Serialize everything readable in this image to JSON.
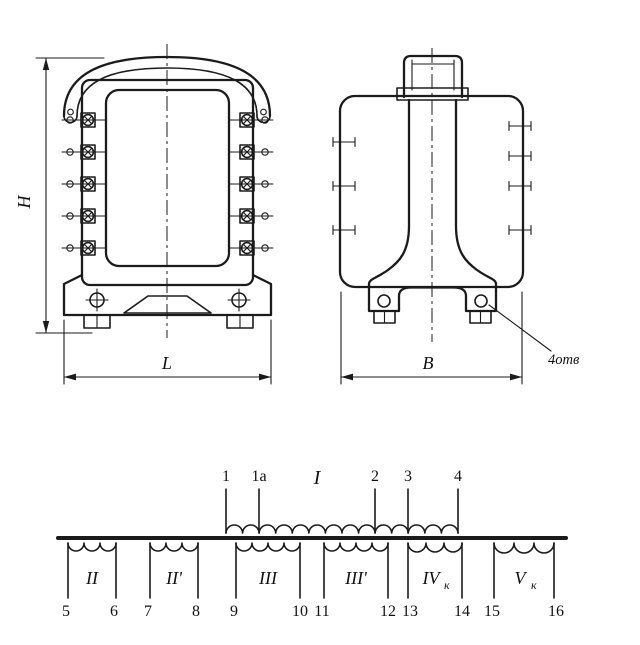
{
  "front_view": {
    "height_label": "H",
    "width_label": "L"
  },
  "side_view": {
    "width_label": "B",
    "holes_label": "4отв"
  },
  "schematic": {
    "primary": {
      "label": "I",
      "terminals": [
        "1",
        "1а",
        "2",
        "3",
        "4"
      ]
    },
    "windings": [
      {
        "label": "II",
        "sub": "",
        "t1": "5",
        "t2": "6"
      },
      {
        "label": "II'",
        "sub": "",
        "t1": "7",
        "t2": "8"
      },
      {
        "label": "III",
        "sub": "",
        "t1": "9",
        "t2": "10"
      },
      {
        "label": "III'",
        "sub": "",
        "t1": "11",
        "t2": "12"
      },
      {
        "label": "IV",
        "sub": "к",
        "t1": "13",
        "t2": "14"
      },
      {
        "label": "V",
        "sub": "к",
        "t1": "15",
        "t2": "16"
      }
    ]
  }
}
